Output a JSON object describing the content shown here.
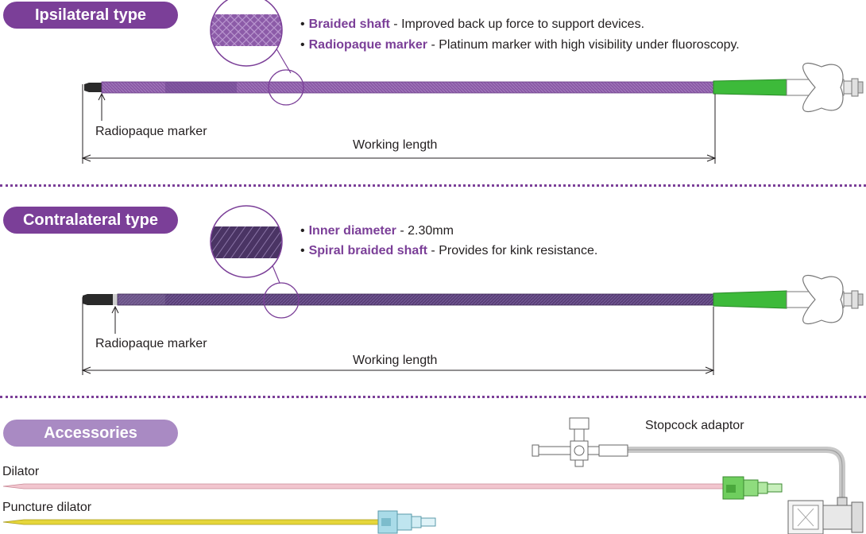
{
  "sections": [
    {
      "title": "Ipsilateral type",
      "bullets": [
        {
          "term": "Braided shaft",
          "desc": " - Improved back up force to support devices."
        },
        {
          "term": "Radiopaque marker",
          "desc": " - Platinum marker with high visibility under fluoroscopy."
        }
      ],
      "marker_label": "Radiopaque marker",
      "length_label": "Working length"
    },
    {
      "title": "Contralateral type",
      "bullets": [
        {
          "term": "Inner diameter",
          "desc": " - 2.30mm"
        },
        {
          "term": "Spiral braided shaft",
          "desc": " - Provides for kink resistance."
        }
      ],
      "marker_label": "Radiopaque marker",
      "length_label": "Working length"
    },
    {
      "title": "Accessories",
      "items": [
        "Dilator",
        "Puncture dilator",
        "Stopcock adaptor"
      ]
    }
  ],
  "bullet_symbol": "•",
  "colors": {
    "accent": "#7b3f98",
    "accent_light": "#a98ac3",
    "shaft_ipsi": "#8c5ba8",
    "shaft_contra": "#5a3f77",
    "hub_green": "#3dba3a",
    "dilator_pink": "#f2c6cf",
    "puncture_yellow": "#e6d63a",
    "hub_blue": "#a9dbe8"
  }
}
